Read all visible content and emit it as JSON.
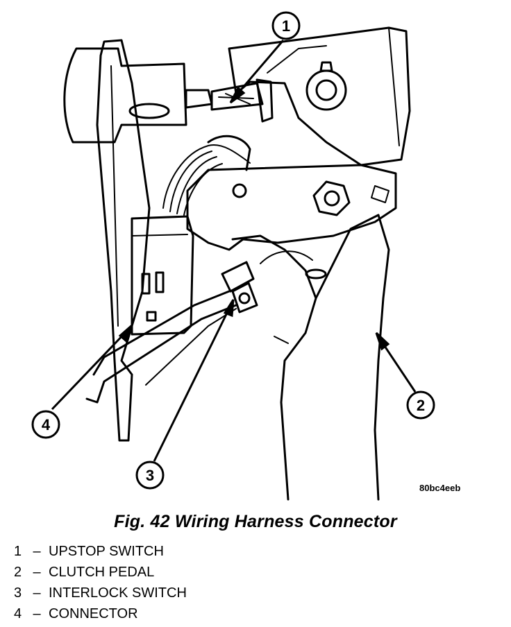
{
  "figure": {
    "callouts": [
      {
        "id": "1",
        "target": "upstop-switch"
      },
      {
        "id": "2",
        "target": "clutch-pedal"
      },
      {
        "id": "3",
        "target": "interlock-switch"
      },
      {
        "id": "4",
        "target": "connector"
      }
    ],
    "code": "80bc4eeb"
  },
  "caption": "Fig. 42 Wiring Harness Connector",
  "legend": [
    {
      "num": "1",
      "dash": "–",
      "label": "UPSTOP SWITCH"
    },
    {
      "num": "2",
      "dash": "–",
      "label": "CLUTCH PEDAL"
    },
    {
      "num": "3",
      "dash": "–",
      "label": "INTERLOCK SWITCH"
    },
    {
      "num": "4",
      "dash": "–",
      "label": "CONNECTOR"
    }
  ]
}
